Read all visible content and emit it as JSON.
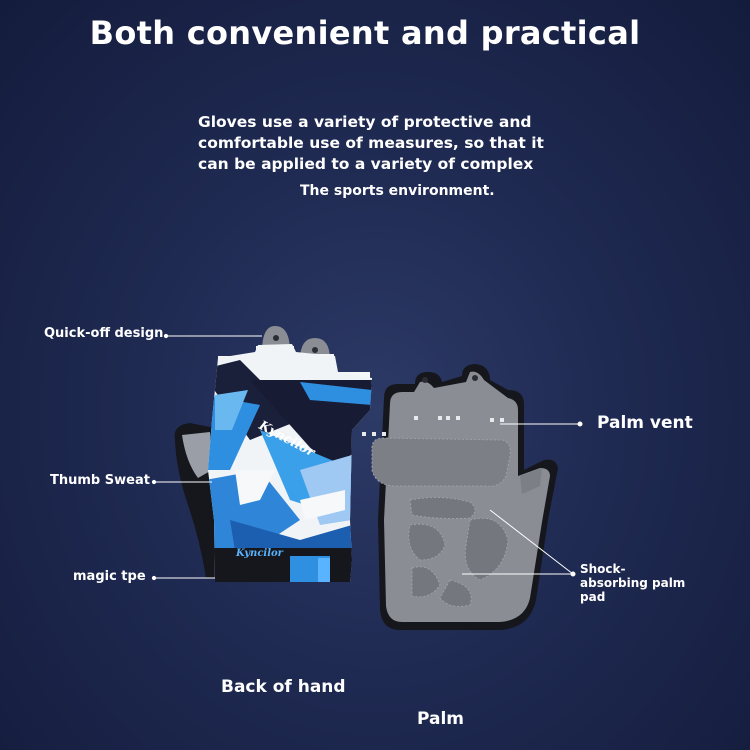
{
  "title": "Both convenient and practical",
  "description": "Gloves use a variety of protective and comfortable use of measures, so that it can be applied to a variety of complex",
  "description_continued": "The sports environment.",
  "brand_text": "Kyncilor",
  "labels": {
    "quick_off": "Quick-off design",
    "thumb_sweat": "Thumb Sweat",
    "magic_tpe": "magic tpe",
    "palm_vent": "Palm vent",
    "shock_pad": "Shock-absorbing palm pad"
  },
  "bottom_labels": {
    "back": "Back of hand",
    "palm": "Palm"
  },
  "colors": {
    "background": "#1f2a52",
    "accent_blue": "#2f8fe0",
    "glove_black": "#15171c",
    "palm_gray": "#8a8d93"
  }
}
